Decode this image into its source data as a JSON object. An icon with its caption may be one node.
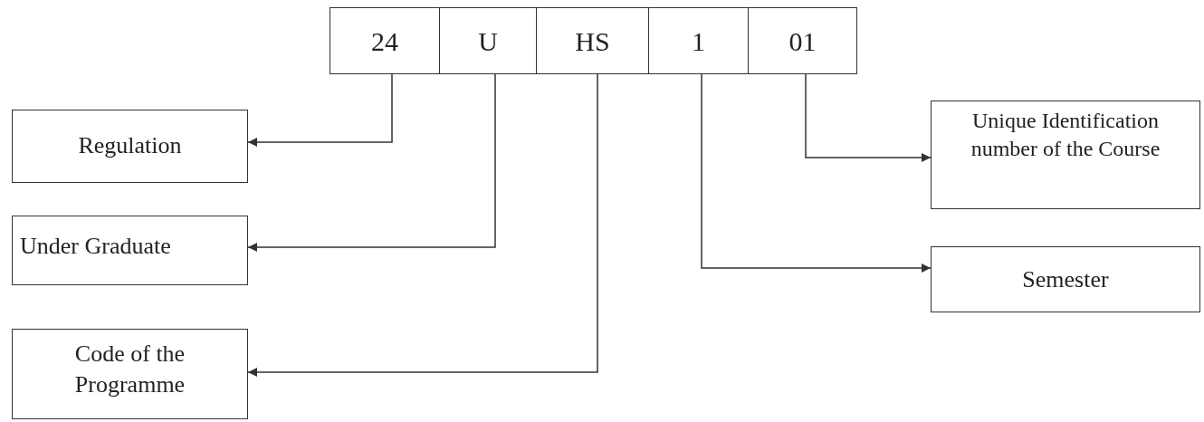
{
  "diagram": {
    "nodes": [
      {
        "text": [
          "24"
        ]
      },
      {
        "text": [
          "U"
        ]
      },
      {
        "text": [
          "HS"
        ]
      },
      {
        "text": [
          "1"
        ]
      },
      {
        "text": [
          "01"
        ]
      },
      {
        "text": [
          "Regulation"
        ]
      },
      {
        "text": [
          "Under Graduate"
        ]
      },
      {
        "text": [
          "Code of the Programme"
        ]
      },
      {
        "text": [
          "Unique Identification number of the Course"
        ]
      },
      {
        "text": [
          "Semester"
        ]
      }
    ],
    "edges": [
      {
        "from": 0,
        "to": 5,
        "arrow": "to"
      },
      {
        "from": 1,
        "to": 6,
        "arrow": "to"
      },
      {
        "from": 2,
        "to": 7,
        "arrow": "to"
      },
      {
        "from": 3,
        "to": 9,
        "arrow": "to"
      },
      {
        "from": 4,
        "to": 8,
        "arrow": "to"
      }
    ]
  }
}
